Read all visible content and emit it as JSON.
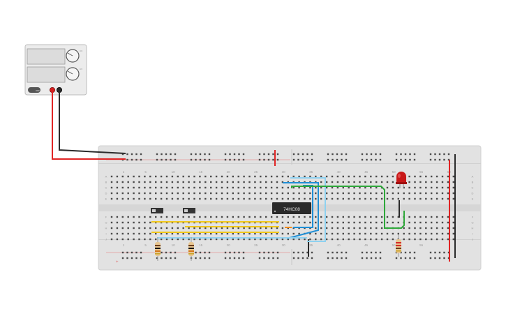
{
  "ic": {
    "label": "74HC08"
  },
  "breadboard": {
    "top_numbers": [
      "1",
      "5",
      "10",
      "15",
      "20",
      "25",
      "30",
      "35",
      "40",
      "45",
      "50",
      "55",
      "60"
    ],
    "bottom_numbers": [
      "1",
      "5",
      "10",
      "15",
      "20",
      "25",
      "30",
      "35",
      "40",
      "45",
      "50",
      "55"
    ],
    "row_letters_top": [
      "A",
      "B",
      "C",
      "D",
      "E"
    ],
    "row_letters_bottom": [
      "F",
      "G",
      "H",
      "I",
      "J"
    ]
  },
  "power_supply": {
    "knob_labels": [
      "CC",
      "CV"
    ],
    "indicator": "OFF"
  },
  "colors": {
    "board": "#e2e2e2",
    "wire_red": "#e02424",
    "wire_black": "#2b2b2b",
    "wire_blue": "#1f8fd6",
    "wire_green": "#2ea83a",
    "wire_yellow": "#f2c81a",
    "wire_orange": "#f28a1a",
    "led_red": "#c81818"
  }
}
